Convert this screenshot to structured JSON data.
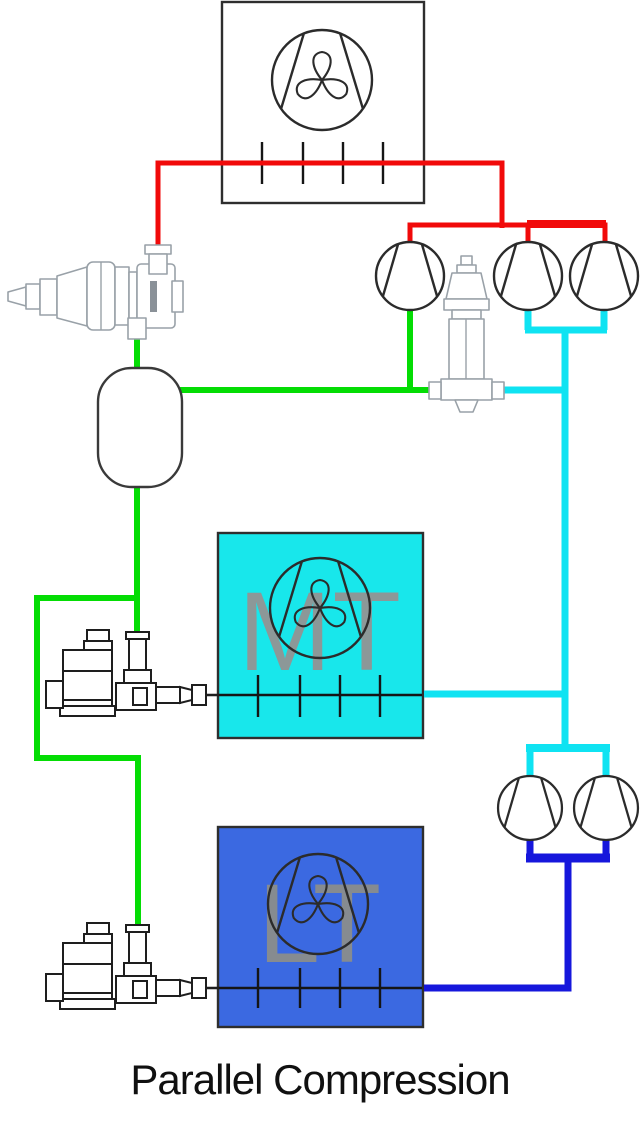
{
  "title": "Parallel Compression",
  "labels": {
    "mt": "MT",
    "lt": "LT"
  },
  "components": {
    "gas_cooler": "gas-cooler-with-fan",
    "mt_compressor_count": 3,
    "lt_compressor_count": 2,
    "receiver": "liquid-receiver-tank",
    "high_pressure_valve": "high-pressure-valve",
    "bypass_expansion_valve": "electronic-expansion-valve",
    "mt_expansion_valve": "mt-solenoid-expansion-valve",
    "lt_expansion_valve": "lt-solenoid-expansion-valve",
    "mt_evaporator": "mt-evaporator-with-fan",
    "lt_evaporator": "lt-evaporator-with-fan"
  },
  "colors": {
    "discharge": "#f10a0a",
    "liquid": "#04dd04",
    "mt_suction": "#0fe3f2",
    "lt_suction": "#1617dc",
    "mt_box": "#18e7eb",
    "lt_box": "#3b69e1",
    "mt_label": "#8c9898",
    "lt_label": "#868b90"
  }
}
